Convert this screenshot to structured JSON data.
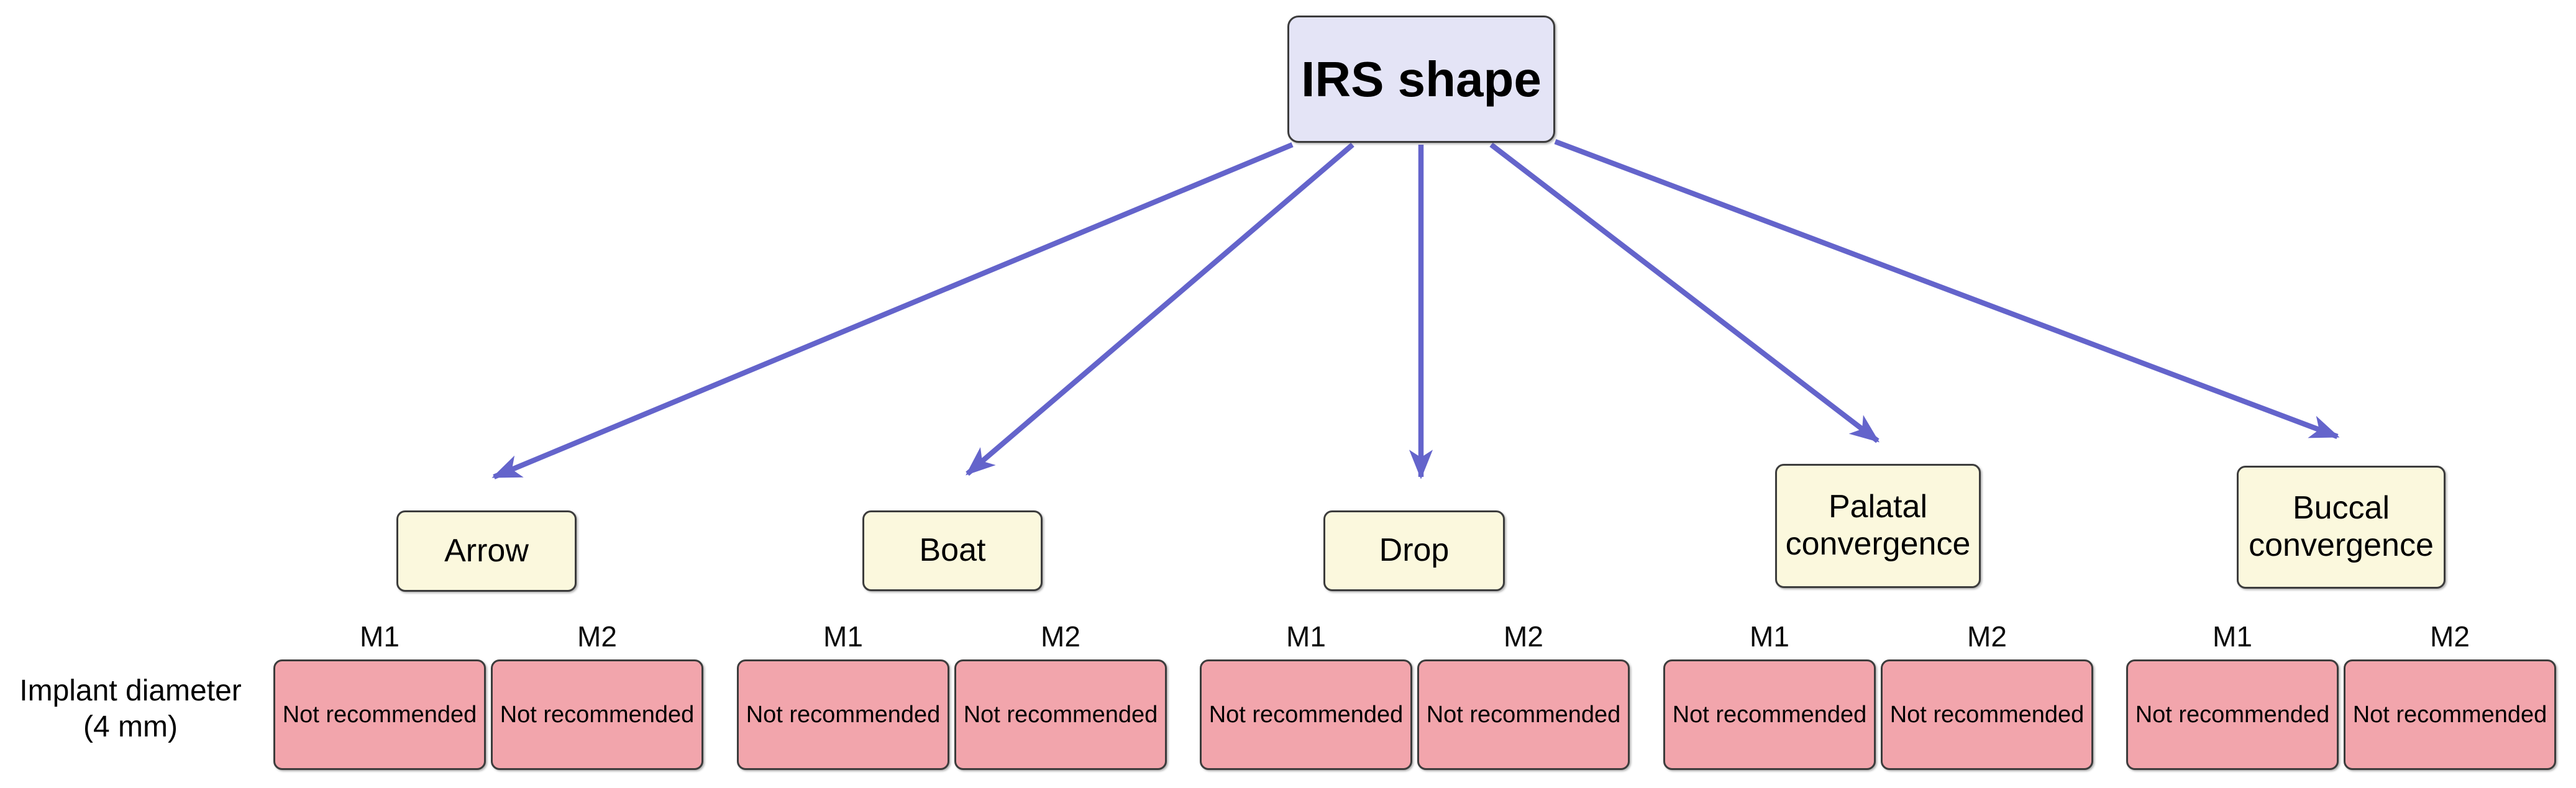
{
  "root": {
    "label": "IRS shape"
  },
  "row_label": {
    "line1": "Implant diameter",
    "line2": "(4 mm)"
  },
  "groups": [
    {
      "label": "Arrow",
      "cells": [
        {
          "header": "M1",
          "value": "Not recommended"
        },
        {
          "header": "M2",
          "value": "Not recommended"
        }
      ]
    },
    {
      "label": "Boat",
      "cells": [
        {
          "header": "M1",
          "value": "Not recommended"
        },
        {
          "header": "M2",
          "value": "Not recommended"
        }
      ]
    },
    {
      "label": "Drop",
      "cells": [
        {
          "header": "M1",
          "value": "Not recommended"
        },
        {
          "header": "M2",
          "value": "Not recommended"
        }
      ]
    },
    {
      "label": "Palatal convergence",
      "cells": [
        {
          "header": "M1",
          "value": "Not recommended"
        },
        {
          "header": "M2",
          "value": "Not recommended"
        }
      ]
    },
    {
      "label": "Buccal convergence",
      "cells": [
        {
          "header": "M1",
          "value": "Not recommended"
        },
        {
          "header": "M2",
          "value": "Not recommended"
        }
      ]
    }
  ],
  "colors": {
    "root_fill": "#e4e4f6",
    "category_fill": "#fbf8dd",
    "cell_fill": "#f2a5ac",
    "arrow": "#6464cb",
    "border": "#3c3c3c"
  }
}
